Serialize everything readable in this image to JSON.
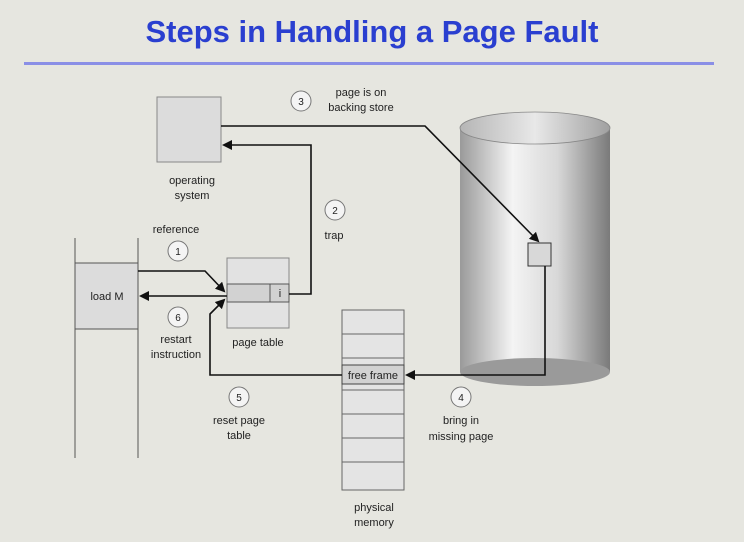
{
  "title": "Steps in Handling a Page Fault",
  "labels": {
    "os": [
      "operating",
      "system"
    ],
    "reference": "reference",
    "load": "load M",
    "restart": [
      "restart",
      "instruction"
    ],
    "page_table": "page table",
    "invalid_bit": "i",
    "trap": "trap",
    "backing_store": [
      "page is on",
      "backing store"
    ],
    "free_frame": "free frame",
    "reset": [
      "reset page",
      "table"
    ],
    "bring": [
      "bring in",
      "missing page"
    ],
    "physical": [
      "physical",
      "memory"
    ]
  },
  "steps": [
    "1",
    "2",
    "3",
    "4",
    "5",
    "6"
  ],
  "colors": {
    "title": "#2a3fd0",
    "rule": "#8a8fe6",
    "box_fill": "#dcdcdc"
  }
}
